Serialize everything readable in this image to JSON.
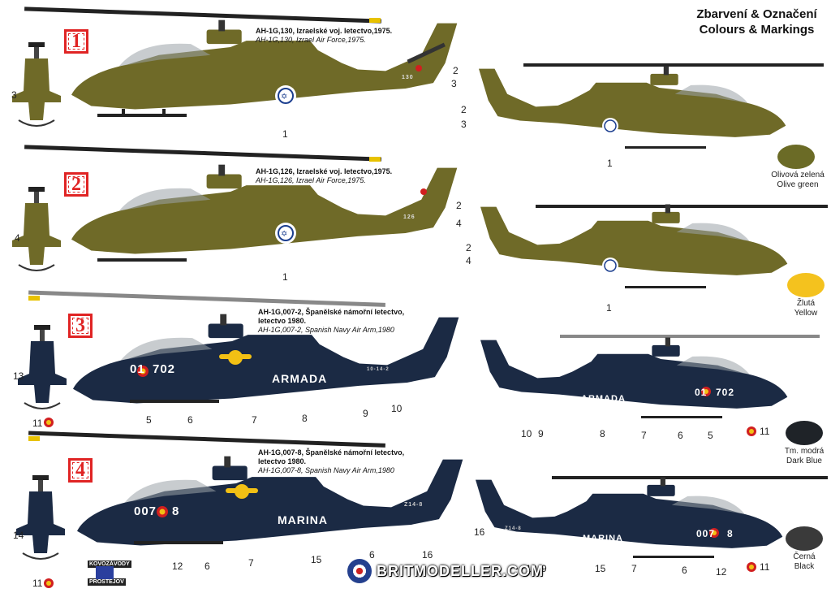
{
  "heading": {
    "line1": "Zbarvení & Označení",
    "line2": "Colours & Markings"
  },
  "schemes": [
    {
      "badge": "1",
      "cz": "AH-1G,130, Izraelské voj. letectvo,1975.",
      "en": "AH-1G,130, Izrael Air Force,1975."
    },
    {
      "badge": "2",
      "cz": "AH-1G,126, Izraelské voj. letectvo,1975.",
      "en": "AH-1G,126, Izrael Air Force,1975."
    },
    {
      "badge": "3",
      "cz_line1": "AH-1G,007-2, Španělské námořní letectvo,",
      "cz_line2": "letectvo 1980.",
      "en": "AH-1G,007-2, Spanish Navy Air Arm,1980"
    },
    {
      "badge": "4",
      "cz_line1": "AH-1G,007-8, Španělské námořní letectvo,",
      "cz_line2": "letectvo 1980.",
      "en": "AH-1G,007-8, Spanish Navy Air Arm,1980"
    }
  ],
  "markings": {
    "h3_code": "01",
    "h3_num": "702",
    "armada": "ARMADA",
    "h4_code": "007",
    "h4_num": "8",
    "marina": "MARINA",
    "tail_130": "130",
    "tail_126": "126",
    "tail_3": "10-14-2",
    "tail_4": "Z14-8"
  },
  "callouts": {
    "h1": [
      "1",
      "2",
      "3"
    ],
    "h1_front": "3",
    "h2": [
      "1",
      "2",
      "4"
    ],
    "h2_front": "4",
    "h3": [
      "5",
      "6",
      "7",
      "8",
      "9",
      "10"
    ],
    "h3_front": [
      "13",
      "11"
    ],
    "h4": [
      "12",
      "6",
      "7",
      "15",
      "6",
      "16"
    ],
    "h4_front": [
      "14",
      "11"
    ],
    "r1": [
      "2",
      "3",
      "1"
    ],
    "r2": [
      "2",
      "4",
      "1"
    ],
    "r3": [
      "10",
      "9",
      "8",
      "7",
      "6",
      "5",
      "11"
    ],
    "r4": [
      "16",
      "10",
      "9",
      "15",
      "7",
      "6",
      "12",
      "11"
    ]
  },
  "colors": [
    {
      "cz": "Olivová zelená",
      "en": "Olive green",
      "hex": "#6b6b26"
    },
    {
      "cz": "Žlutá",
      "en": "Yellow",
      "hex": "#f4c21e"
    },
    {
      "cz": "Tm. modrá",
      "en": "Dark Blue",
      "hex": "#1f2328"
    },
    {
      "cz": "Černá",
      "en": "Black",
      "hex": "#3a3a3a"
    }
  ],
  "palette": {
    "olive": "#6f6a28",
    "olive_dark": "#4f4c1c",
    "navy": "#1b2a44",
    "navy_dark": "#0f1a2e",
    "rotor": "#222222",
    "red": "#d11f1f",
    "yellow": "#f2c014"
  },
  "footer": {
    "maker1": "KOVOZÁVODY",
    "maker2": "PROSTĚJOV",
    "watermark": "BRITMODELLER.COM"
  }
}
